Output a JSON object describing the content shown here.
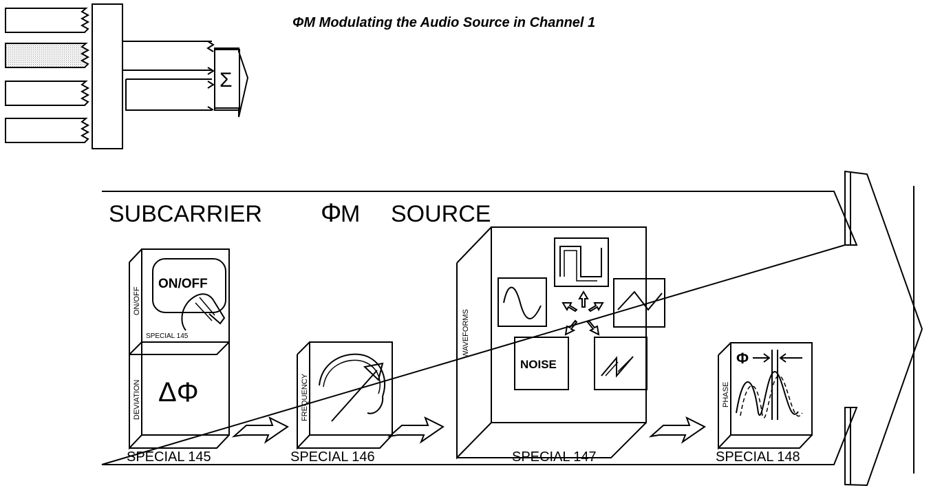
{
  "caption": "ΦM Modulating the Audio Source in Channel 1",
  "panel": {
    "title": "SUBCARRIER ΦM SOURCE",
    "title_parts": {
      "left": "SUBCARRIER",
      "symbol": "Φ",
      "mid": "M",
      "right": "SOURCE"
    }
  },
  "blocks": {
    "onoff": {
      "side_label": "ON/OFF",
      "button_label": "ON/OFF",
      "code": "SPECIAL 145"
    },
    "deviation": {
      "side_label": "DEVIATION",
      "symbol": "ΔΦ",
      "code": "SPECIAL  145"
    },
    "frequency": {
      "side_label": "FREQUENCY",
      "code": "SPECIAL  146"
    },
    "waveforms": {
      "side_label": "WAVEFORMS",
      "noise_label": "NOISE",
      "code": "SPECIAL  147",
      "options": [
        "sine",
        "square",
        "triangle",
        "noise",
        "sawtooth"
      ]
    },
    "phase": {
      "side_label": "PHASE",
      "symbol": "Φ",
      "code": "SPECIAL  148"
    }
  },
  "signal_map": {
    "channels": 4,
    "highlighted_channel": 2,
    "summer_symbol": "Σ"
  }
}
